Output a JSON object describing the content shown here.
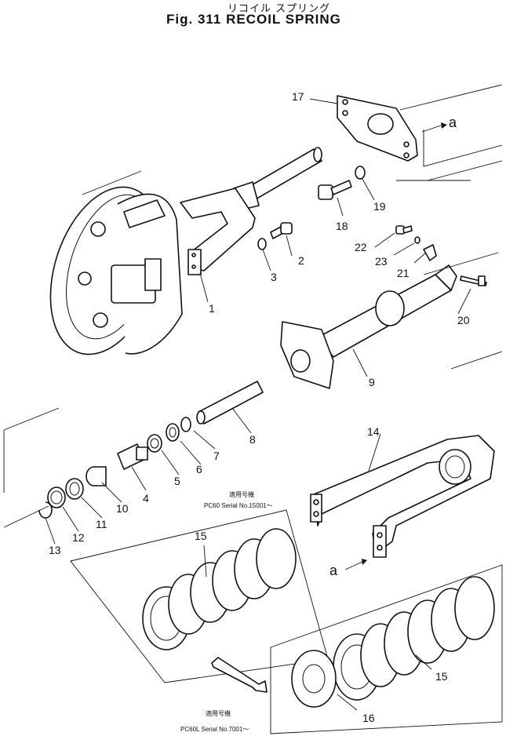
{
  "figure": {
    "title_jp": "リコイル スプリング",
    "title_en": "Fig. 311 RECOIL SPRING"
  },
  "callouts": [
    "1",
    "2",
    "3",
    "4",
    "5",
    "6",
    "7",
    "8",
    "9",
    "10",
    "11",
    "12",
    "13",
    "14",
    "15",
    "15",
    "16",
    "17",
    "18",
    "19",
    "20",
    "21",
    "22",
    "23"
  ],
  "arrow_labels": [
    "a",
    "a"
  ],
  "serial_notes": {
    "upper_jp": "適用号機",
    "upper": "PC60 Serial No.15001～",
    "lower_jp": "適用号機",
    "lower": "PC60L Serial No.7001～"
  }
}
